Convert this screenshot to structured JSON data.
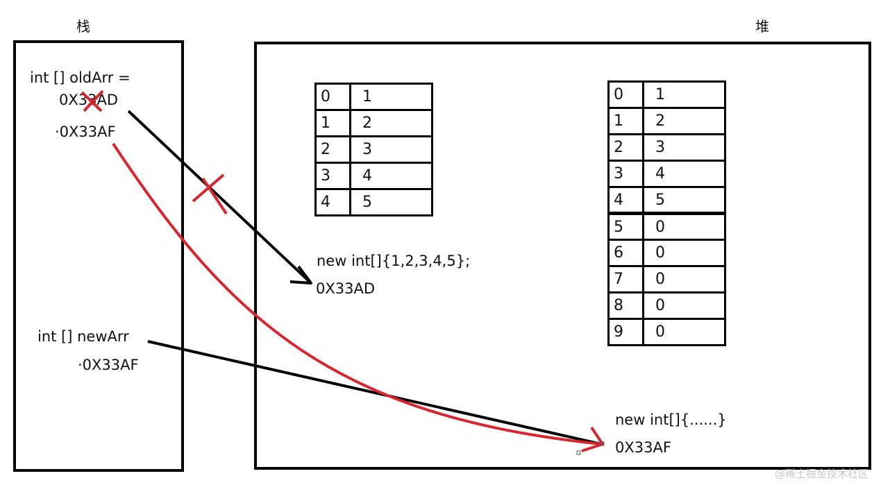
{
  "stack": {
    "title": "栈",
    "old_decl": "int [] oldArr =",
    "old_addr": "0X33AD",
    "old_new_addr": "·0X33AF",
    "new_decl": "int [] newArr",
    "new_addr": "·0X33AF"
  },
  "heap": {
    "title": "堆",
    "old_array": {
      "rows": [
        {
          "index": "0",
          "value": "1"
        },
        {
          "index": "1",
          "value": "2"
        },
        {
          "index": "2",
          "value": "3"
        },
        {
          "index": "3",
          "value": "4"
        },
        {
          "index": "4",
          "value": "5"
        }
      ],
      "expr": "new int[]{1,2,3,4,5};",
      "addr": "0X33AD"
    },
    "new_array": {
      "rows": [
        {
          "index": "0",
          "value": "1"
        },
        {
          "index": "1",
          "value": "2"
        },
        {
          "index": "2",
          "value": "3"
        },
        {
          "index": "3",
          "value": "4"
        },
        {
          "index": "4",
          "value": "5"
        },
        {
          "index": "5",
          "value": "0"
        },
        {
          "index": "6",
          "value": "0"
        },
        {
          "index": "7",
          "value": "0"
        },
        {
          "index": "8",
          "value": "0"
        },
        {
          "index": "9",
          "value": "0"
        }
      ],
      "expr": "new int[]{......}",
      "addr": "0X33AF"
    }
  },
  "watermark": "@稀土掘金技术社区",
  "colors": {
    "ink": "#000000",
    "red": "#d7262e"
  }
}
